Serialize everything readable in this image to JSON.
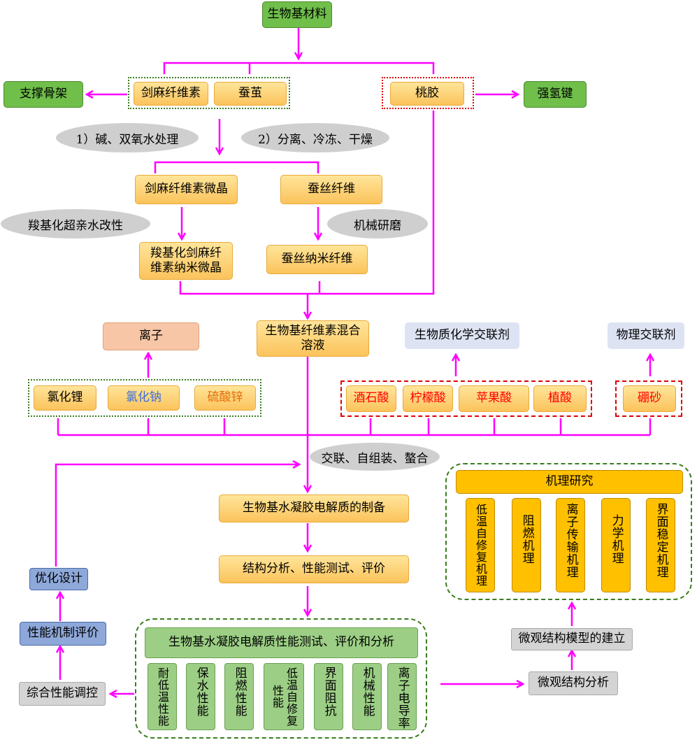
{
  "top": {
    "title": "生物基材料"
  },
  "row1": {
    "support": "支撑骨架",
    "sisal": "剑麻纤维素",
    "cocoon": "蚕茧",
    "pectin": "桃胶",
    "hbond": "强氢键"
  },
  "steps": {
    "alkali": "1）碱、双氧水处理",
    "separate": "2）分离、冷冻、干燥"
  },
  "row2": {
    "sisal_micro": "剑麻纤维素微晶",
    "silk_fiber": "蚕丝纤维",
    "carboxyl_proc": "羧基化超亲水改性",
    "milling": "机械研磨",
    "carboxyl_product": "羧基化剑麻纤维素纳米微晶",
    "silk_nano": "蚕丝纳米纤维"
  },
  "mix": {
    "solution": "生物基纤维素混合溶液",
    "ions": "离子",
    "bio_crosslinker": "生物质化学交联剂",
    "phys_crosslinker": "物理交联剂"
  },
  "salts": [
    "氯化锂",
    "氯化钠",
    "硫酸锌"
  ],
  "acids": [
    "酒石酸",
    "柠檬酸",
    "苹果酸",
    "植酸"
  ],
  "borax": "硼砂",
  "process": {
    "crosslink": "交联、自组装、螯合",
    "prep": "生物基水凝胶电解质的制备",
    "analysis": "结构分析、性能测试、评价"
  },
  "mechanism": {
    "title": "机理研究",
    "items": [
      "低温自修复机理",
      "阻燃机理",
      "离子传输机理",
      "力学机理",
      "界面稳定机理"
    ]
  },
  "left": {
    "optimize": "优化设计",
    "evaluate": "性能机制评价",
    "regulate": "综合性能调控"
  },
  "perf": {
    "title": "生物基水凝胶电解质性能测试、评价和分析",
    "items": [
      "耐低温性能",
      "保水性能",
      "阻燃性能",
      "低温自修复性能",
      "界面阻抗",
      "机械性能",
      "离子电导率"
    ]
  },
  "micro": {
    "model": "微观结构模型的建立",
    "analysis": "微观结构分析"
  },
  "colors": {
    "arrow": "#ff00ff",
    "acid_text": "#ff0000",
    "nacl_text": "#3b6fd8",
    "znso4_text": "#e36c09",
    "frame_green": "#3a7d1e",
    "frame_red": "#e00000"
  }
}
